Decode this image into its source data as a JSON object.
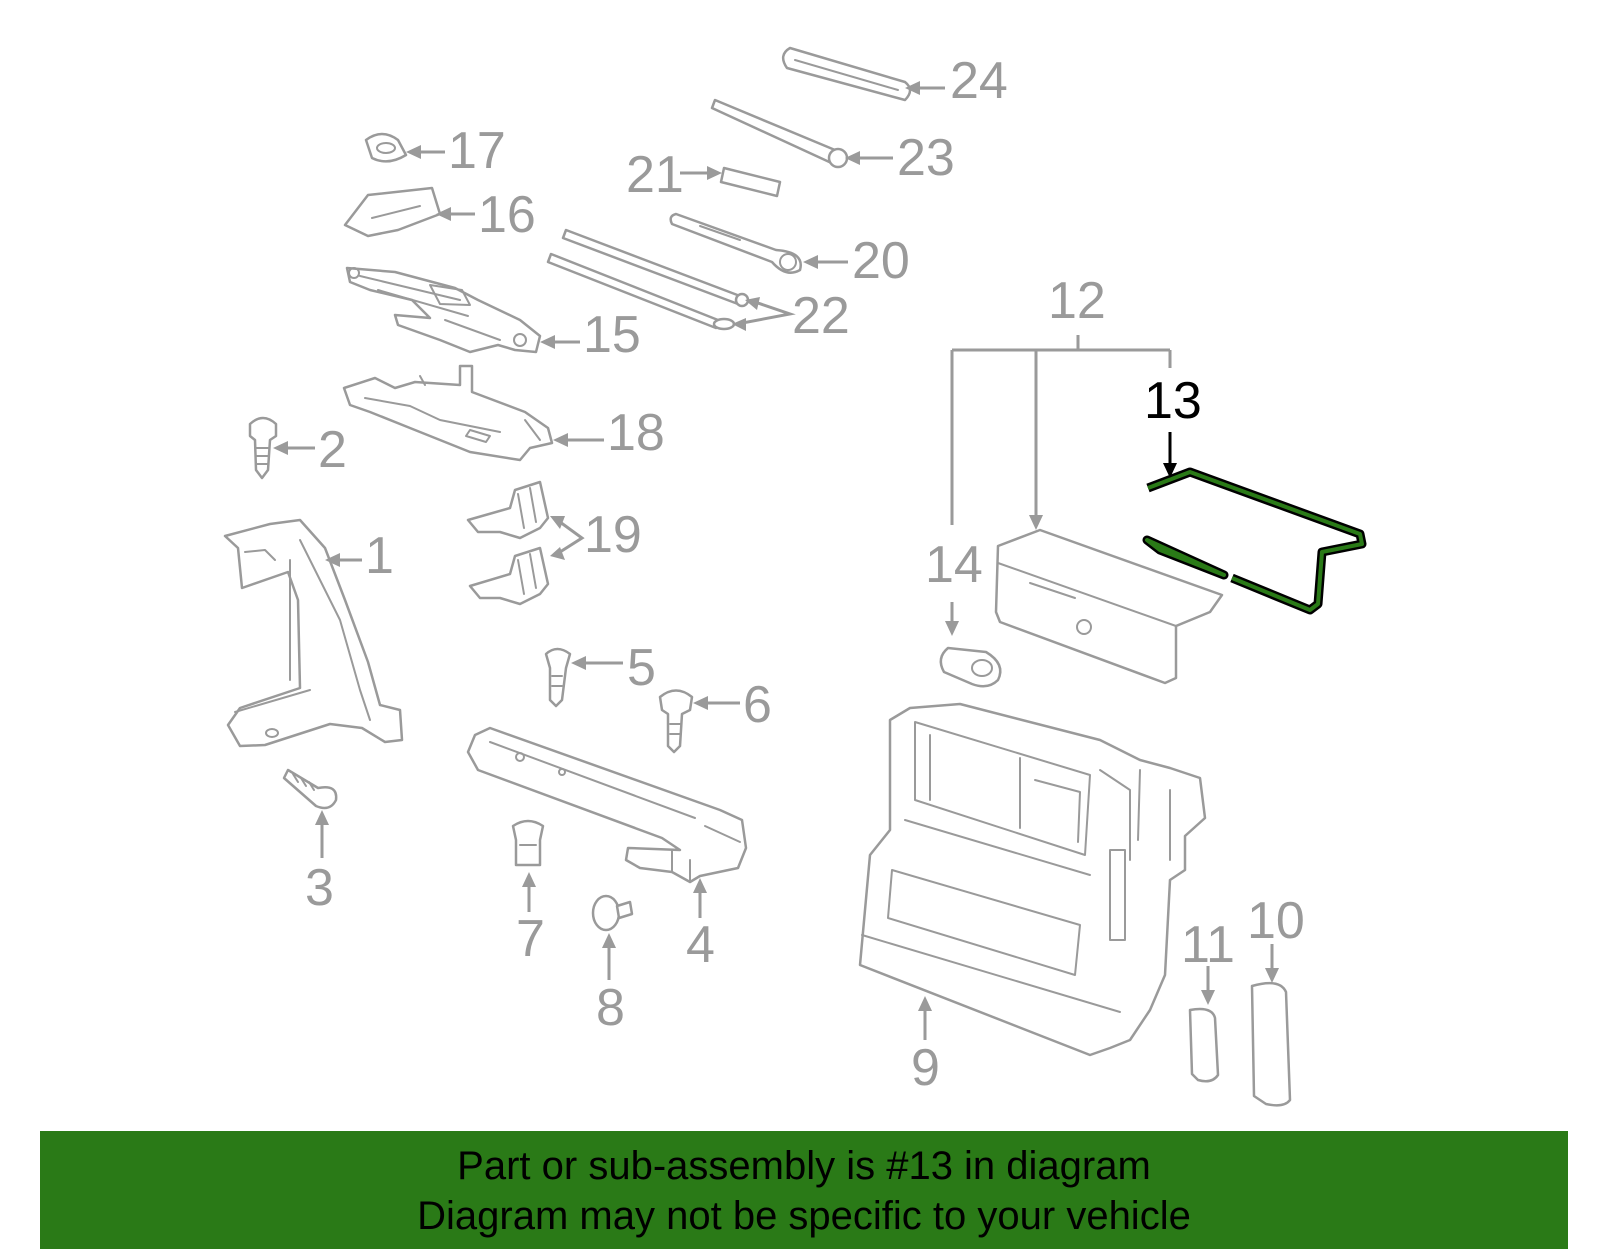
{
  "callouts": {
    "c1": "1",
    "c2": "2",
    "c3": "3",
    "c4": "4",
    "c5": "5",
    "c6": "6",
    "c7": "7",
    "c8": "8",
    "c9": "9",
    "c10": "10",
    "c11": "11",
    "c12": "12",
    "c13": "13",
    "c14": "14",
    "c15": "15",
    "c16": "16",
    "c17": "17",
    "c18": "18",
    "c19": "19",
    "c20": "20",
    "c21": "21",
    "c22": "22",
    "c23": "23",
    "c24": "24"
  },
  "highlight": {
    "part": "13",
    "color": "#2a7a17"
  },
  "colors": {
    "line": "#9a9a9a",
    "footer_bg": "#2a7a17",
    "text_hl": "#000000"
  },
  "footer": {
    "line1": "Part or sub-assembly is #13 in diagram",
    "line2": "Diagram may not be specific to your vehicle"
  }
}
